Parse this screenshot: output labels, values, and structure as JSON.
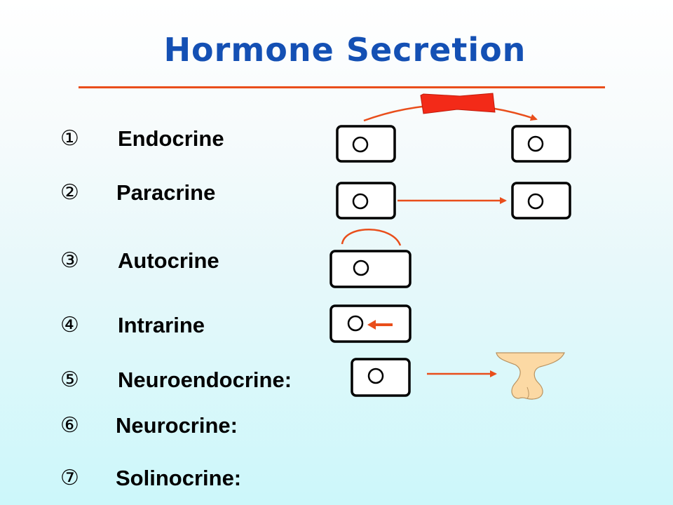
{
  "slide": {
    "title": "Hormone Secretion",
    "accent_color": "#e94e1b",
    "title_color": "#1450b4"
  },
  "items": [
    {
      "num": "①",
      "label": "Endocrine"
    },
    {
      "num": "②",
      "label": "Paracrine"
    },
    {
      "num": "③",
      "label": "Autocrine"
    },
    {
      "num": "④",
      "label": "Intrarine"
    },
    {
      "num": "⑤",
      "label": "Neuroendocrine:"
    },
    {
      "num": "⑥",
      "label": "Neurocrine:"
    },
    {
      "num": "⑦",
      "label": "Solinocrine:"
    }
  ]
}
